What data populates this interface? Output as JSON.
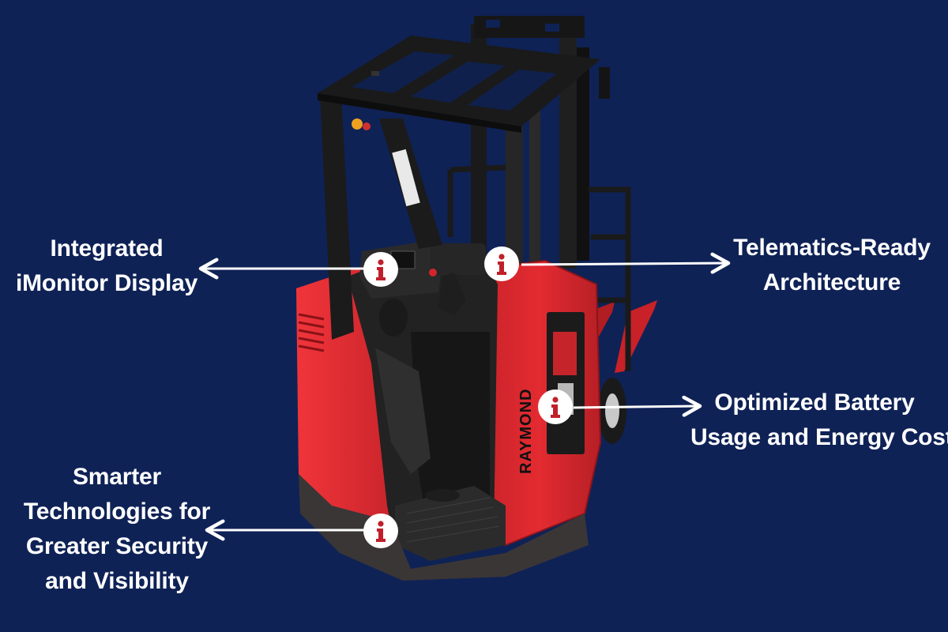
{
  "colors": {
    "background": "#0f2256",
    "truck_red": "#e12a2f",
    "truck_dark_red": "#a81c22",
    "frame_black": "#1c1c1c",
    "marker_fill": "#ffffff",
    "marker_icon": "#c0202a",
    "arrow": "#ffffff"
  },
  "product": {
    "brand_decal": "RAYMOND"
  },
  "callouts": [
    {
      "id": "imonitor",
      "lines": [
        "Integrated",
        "iMonitor Display"
      ],
      "icon": "info-icon"
    },
    {
      "id": "telematics",
      "lines": [
        "Telematics-Ready",
        "Architecture"
      ],
      "icon": "info-icon"
    },
    {
      "id": "battery",
      "lines": [
        "Optimized Battery",
        "Usage and Energy Costs"
      ],
      "icon": "info-icon"
    },
    {
      "id": "security",
      "lines": [
        "Smarter",
        "Technologies for",
        "Greater Security",
        "and Visibility"
      ],
      "icon": "info-icon"
    }
  ]
}
